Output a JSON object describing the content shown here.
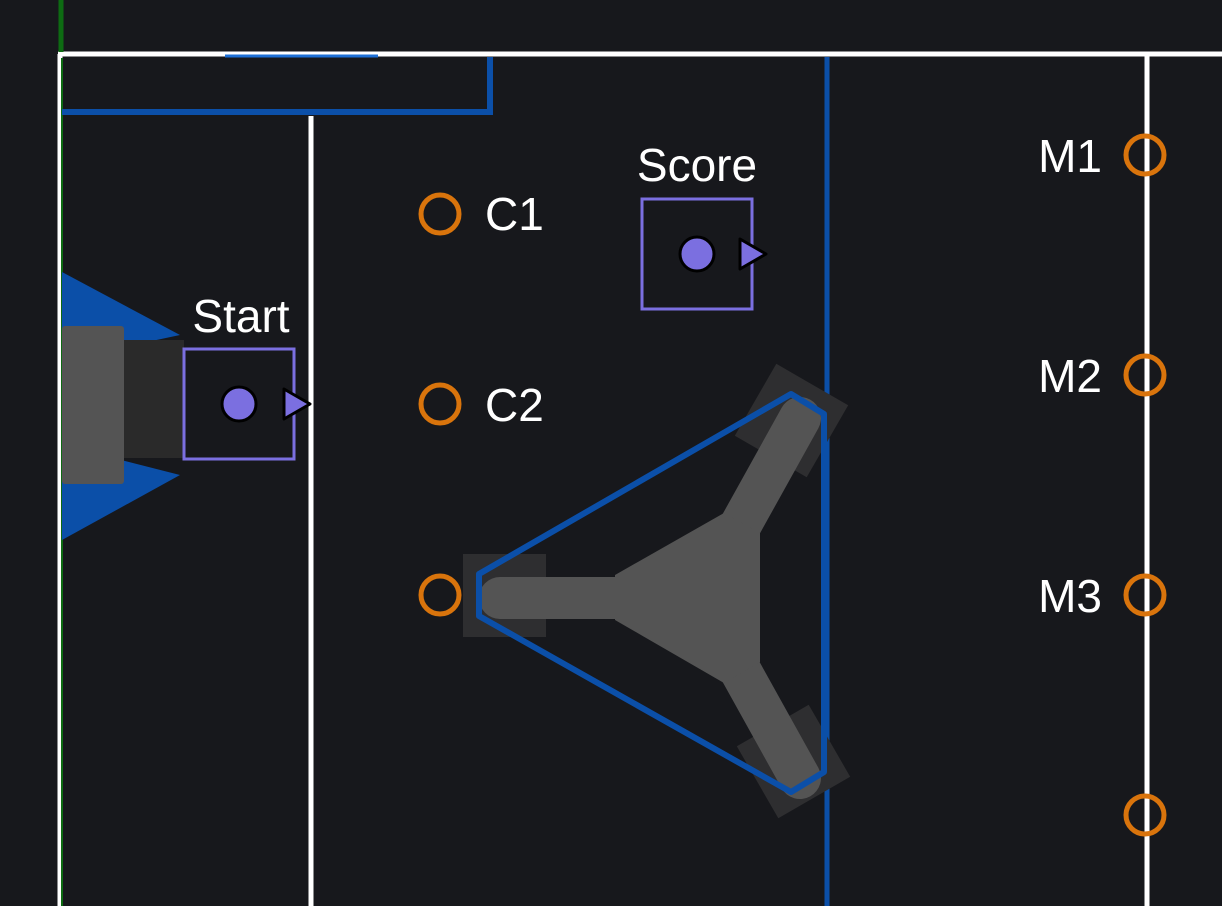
{
  "colors": {
    "background": "#17181c",
    "field_line": "#ffffff",
    "alliance_blue": "#0b4fa8",
    "waypoint_orange": "#d9740c",
    "pose_purple": "#7b6fe0",
    "robot_gray": "#545454",
    "pad_gray": "#2e2e30",
    "green_edge": "#0d6b12"
  },
  "poses": [
    {
      "id": "start",
      "label": "Start"
    },
    {
      "id": "score",
      "label": "Score"
    }
  ],
  "waypoints": [
    {
      "id": "c1",
      "label": "C1"
    },
    {
      "id": "c2",
      "label": "C2"
    },
    {
      "id": "c3",
      "label": ""
    },
    {
      "id": "m1",
      "label": "M1"
    },
    {
      "id": "m2",
      "label": "M2"
    },
    {
      "id": "m3",
      "label": "M3"
    },
    {
      "id": "m4",
      "label": ""
    }
  ]
}
